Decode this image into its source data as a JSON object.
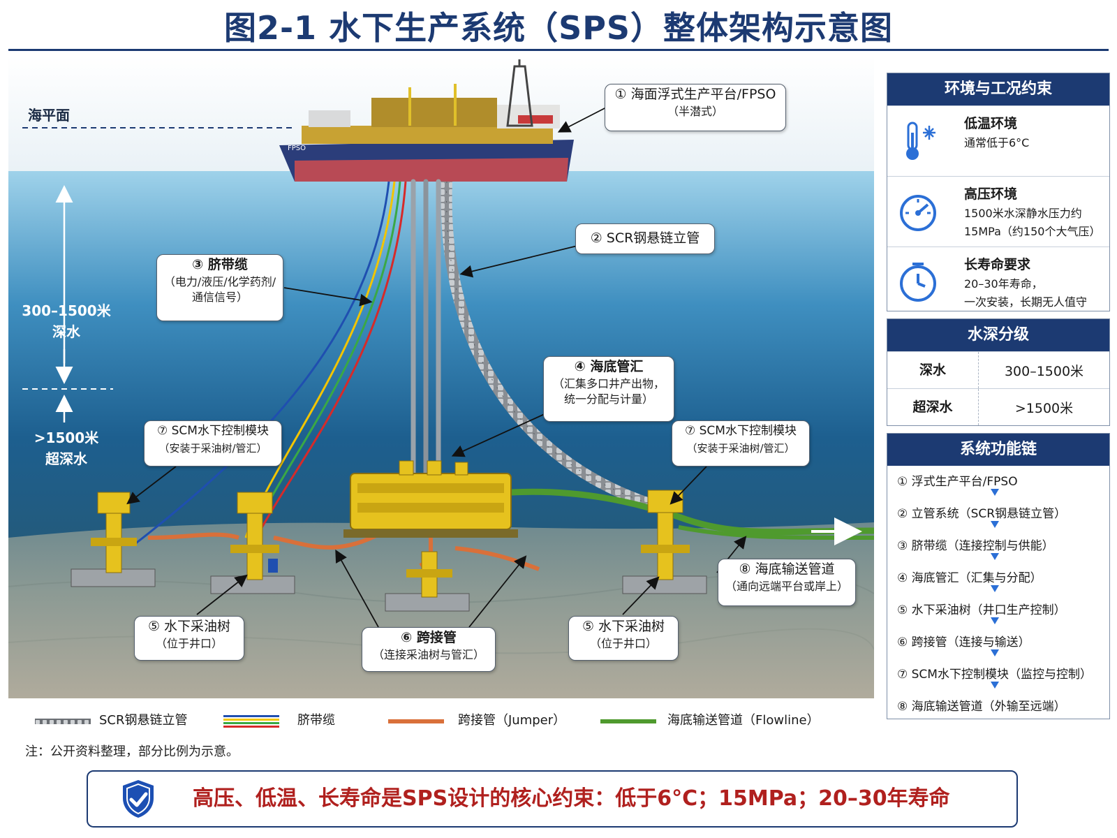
{
  "title": "图2-1  水下生产系统（SPS）整体架构示意图",
  "sea_level_label": "海平面",
  "depth_labels": {
    "deep_range": "300–1500米",
    "deep_name": "深水",
    "ultra_range": ">1500米",
    "ultra_name": "超深水"
  },
  "fpso_hull_text": "FPSO",
  "callouts": {
    "fpso": {
      "title": "① 海面浮式生产平台/FPSO",
      "sub": "（半潜式）"
    },
    "scr": {
      "title": "② SCR钢悬链立管"
    },
    "umbilical": {
      "title": "③ 脐带缆",
      "sub1": "（电力/液压/化学药剂/",
      "sub2": "通信信号）"
    },
    "manifold": {
      "title": "④ 海底管汇",
      "sub1": "（汇集多口井产出物，",
      "sub2": "统一分配与计量）"
    },
    "scm_left": {
      "title": "⑦ SCM水下控制模块",
      "sub": "（安装于采油树/管汇）"
    },
    "scm_right": {
      "title": "⑦ SCM水下控制模块",
      "sub": "（安装于采油树/管汇）"
    },
    "tree_left": {
      "title": "⑤ 水下采油树",
      "sub": "（位于井口）"
    },
    "tree_right": {
      "title": "⑤ 水下采油树",
      "sub": "（位于井口）"
    },
    "jumper": {
      "title": "⑥ 跨接管",
      "sub": "（连接采油树与管汇）"
    },
    "flowline": {
      "title": "⑧ 海底输送管道",
      "sub": "（通向远端平台或岸上）"
    }
  },
  "environment_panel": {
    "header": "环境与工况约束",
    "items": [
      {
        "icon": "thermometer-snowflake-icon",
        "title": "低温环境",
        "desc": [
          "通常低于6°C"
        ]
      },
      {
        "icon": "pressure-gauge-icon",
        "title": "高压环境",
        "desc": [
          "1500米水深静水压力约",
          "15MPa（约150个大气压）"
        ]
      },
      {
        "icon": "clock-icon",
        "title": "长寿命要求",
        "desc": [
          "20–30年寿命，",
          "一次安装，长期无人值守"
        ]
      }
    ]
  },
  "depth_panel": {
    "header": "水深分级",
    "rows": [
      {
        "name": "深水",
        "range": "300–1500米"
      },
      {
        "name": "超深水",
        "range": ">1500米"
      }
    ]
  },
  "chain_panel": {
    "header": "系统功能链",
    "items": [
      "① 浮式生产平台/FPSO",
      "② 立管系统（SCR钢悬链立管）",
      "③ 脐带缆（连接控制与供能）",
      "④ 海底管汇（汇集与分配）",
      "⑤ 水下采油树（井口生产控制）",
      "⑥ 跨接管（连接与输送）",
      "⑦ SCM水下控制模块（监控与控制）",
      "⑧ 海底输送管道（外输至远端）"
    ]
  },
  "legend": {
    "scr": "SCR钢悬链立管",
    "umbilical": "脐带缆",
    "jumper": "跨接管（Jumper）",
    "flowline": "海底输送管道（Flowline）"
  },
  "note": "注：公开资料整理，部分比例为示意。",
  "banner": "高压、低温、长寿命是SPS设计的核心约束：低于6°C；15MPa；20–30年寿命",
  "colors": {
    "navy": "#1c3a72",
    "accent_blue": "#2b6fd6",
    "banner_red": "#b0201e",
    "umbilical": [
      "#1f4fb0",
      "#f2c500",
      "#3aa845",
      "#d62a2a"
    ],
    "jumper": "#d9703a",
    "flowline": "#4f9a2e",
    "equipment_yellow": "#e6c21e"
  }
}
